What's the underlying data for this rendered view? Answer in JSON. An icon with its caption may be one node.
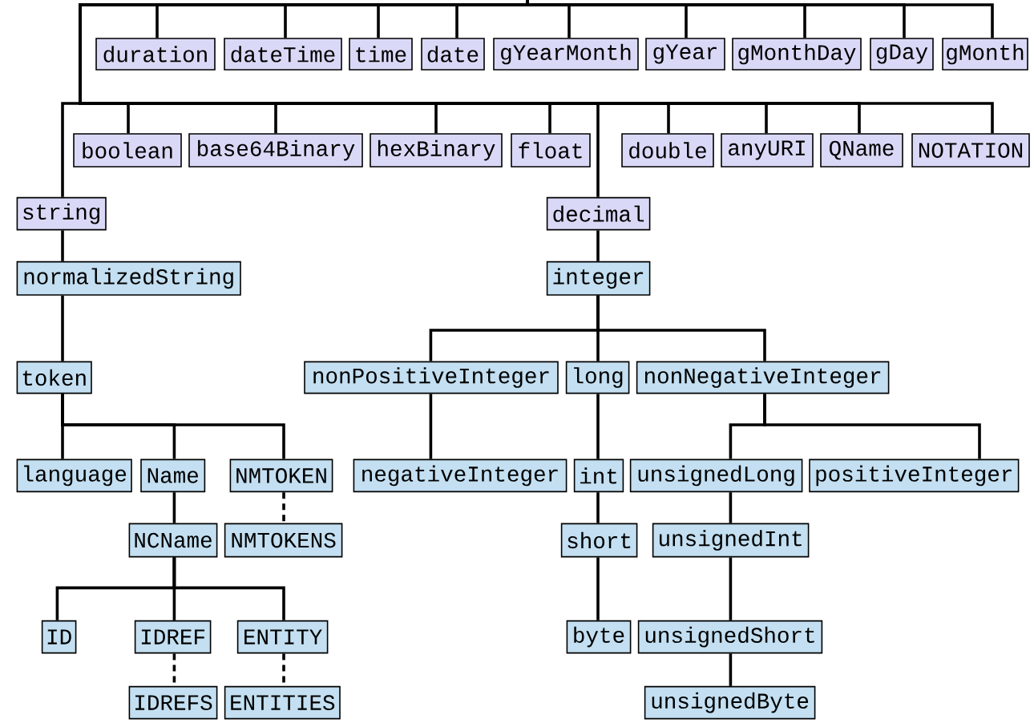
{
  "diagram": {
    "nodes": [
      {
        "text": [
          "duration"
        ]
      },
      {
        "text": [
          "dateTime"
        ]
      },
      {
        "text": [
          "time"
        ]
      },
      {
        "text": [
          "date"
        ]
      },
      {
        "text": [
          "gYearMonth"
        ]
      },
      {
        "text": [
          "gYear"
        ]
      },
      {
        "text": [
          "gMonthDay"
        ]
      },
      {
        "text": [
          "gDay"
        ]
      },
      {
        "text": [
          "gMonth"
        ]
      },
      {
        "text": [
          "boolean"
        ]
      },
      {
        "text": [
          "base64Binary"
        ]
      },
      {
        "text": [
          "hexBinary"
        ]
      },
      {
        "text": [
          "float"
        ]
      },
      {
        "text": [
          "double"
        ]
      },
      {
        "text": [
          "anyURI"
        ]
      },
      {
        "text": [
          "QName"
        ]
      },
      {
        "text": [
          "NOTATION"
        ]
      },
      {
        "text": [
          "string"
        ]
      },
      {
        "text": [
          "decimal"
        ]
      },
      {
        "text": [
          "normalizedString"
        ]
      },
      {
        "text": [
          "integer"
        ]
      },
      {
        "text": [
          "token"
        ]
      },
      {
        "text": [
          "nonPositiveInteger"
        ]
      },
      {
        "text": [
          "long"
        ]
      },
      {
        "text": [
          "nonNegativeInteger"
        ]
      },
      {
        "text": [
          "language"
        ]
      },
      {
        "text": [
          "Name"
        ]
      },
      {
        "text": [
          "NMTOKEN"
        ]
      },
      {
        "text": [
          "negativeInteger"
        ]
      },
      {
        "text": [
          "int"
        ]
      },
      {
        "text": [
          "unsignedLong"
        ]
      },
      {
        "text": [
          "positiveInteger"
        ]
      },
      {
        "text": [
          "NCName"
        ]
      },
      {
        "text": [
          "NMTOKENS"
        ]
      },
      {
        "text": [
          "short"
        ]
      },
      {
        "text": [
          "unsignedInt"
        ]
      },
      {
        "text": [
          "ID"
        ]
      },
      {
        "text": [
          "IDREF"
        ]
      },
      {
        "text": [
          "ENTITY"
        ]
      },
      {
        "text": [
          "byte"
        ]
      },
      {
        "text": [
          "unsignedShort"
        ]
      },
      {
        "text": [
          "IDREFS"
        ]
      },
      {
        "text": [
          "ENTITIES"
        ]
      },
      {
        "text": [
          "unsignedByte"
        ]
      }
    ],
    "edges": [
      {
        "from": null,
        "to": 0,
        "arrow": "none"
      },
      {
        "from": null,
        "to": 1,
        "arrow": "none"
      },
      {
        "from": null,
        "to": 2,
        "arrow": "none"
      },
      {
        "from": null,
        "to": 3,
        "arrow": "none"
      },
      {
        "from": null,
        "to": 4,
        "arrow": "none"
      },
      {
        "from": null,
        "to": 5,
        "arrow": "none"
      },
      {
        "from": null,
        "to": 6,
        "arrow": "none"
      },
      {
        "from": null,
        "to": 7,
        "arrow": "none"
      },
      {
        "from": null,
        "to": 8,
        "arrow": "none"
      },
      {
        "from": null,
        "to": 9,
        "arrow": "none"
      },
      {
        "from": null,
        "to": 10,
        "arrow": "none"
      },
      {
        "from": null,
        "to": 11,
        "arrow": "none"
      },
      {
        "from": null,
        "to": 12,
        "arrow": "none"
      },
      {
        "from": null,
        "to": 13,
        "arrow": "none"
      },
      {
        "from": null,
        "to": 14,
        "arrow": "none"
      },
      {
        "from": null,
        "to": 15,
        "arrow": "none"
      },
      {
        "from": null,
        "to": 16,
        "arrow": "none"
      },
      {
        "from": null,
        "to": 17,
        "arrow": "none"
      },
      {
        "from": null,
        "to": 18,
        "arrow": "none"
      },
      {
        "from": 17,
        "to": 19,
        "arrow": "none"
      },
      {
        "from": 19,
        "to": 21,
        "arrow": "none"
      },
      {
        "from": 21,
        "to": 25,
        "arrow": "none"
      },
      {
        "from": 21,
        "to": 26,
        "arrow": "none"
      },
      {
        "from": 21,
        "to": 27,
        "arrow": "none"
      },
      {
        "from": 26,
        "to": 32,
        "arrow": "none"
      },
      {
        "from": 27,
        "to": 33,
        "arrow": "none",
        "style": "dashed"
      },
      {
        "from": 32,
        "to": 36,
        "arrow": "none"
      },
      {
        "from": 32,
        "to": 37,
        "arrow": "none"
      },
      {
        "from": 32,
        "to": 38,
        "arrow": "none"
      },
      {
        "from": 37,
        "to": 41,
        "arrow": "none",
        "style": "dashed"
      },
      {
        "from": 38,
        "to": 42,
        "arrow": "none",
        "style": "dashed"
      },
      {
        "from": 18,
        "to": 20,
        "arrow": "none"
      },
      {
        "from": 20,
        "to": 22,
        "arrow": "none"
      },
      {
        "from": 20,
        "to": 23,
        "arrow": "none"
      },
      {
        "from": 20,
        "to": 24,
        "arrow": "none"
      },
      {
        "from": 22,
        "to": 28,
        "arrow": "none"
      },
      {
        "from": 23,
        "to": 29,
        "arrow": "none"
      },
      {
        "from": 29,
        "to": 34,
        "arrow": "none"
      },
      {
        "from": 34,
        "to": 39,
        "arrow": "none"
      },
      {
        "from": 24,
        "to": 30,
        "arrow": "none"
      },
      {
        "from": 24,
        "to": 31,
        "arrow": "none"
      },
      {
        "from": 30,
        "to": 35,
        "arrow": "none"
      },
      {
        "from": 35,
        "to": 40,
        "arrow": "none"
      },
      {
        "from": 40,
        "to": 43,
        "arrow": "none"
      }
    ]
  }
}
